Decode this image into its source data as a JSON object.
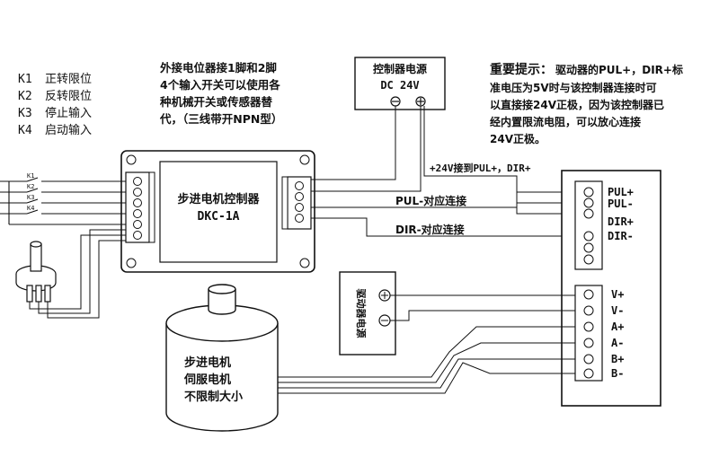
{
  "inputs_legend": [
    {
      "key": "K1",
      "label": "正转限位"
    },
    {
      "key": "K2",
      "label": "反转限位"
    },
    {
      "key": "K3",
      "label": "停止输入"
    },
    {
      "key": "K4",
      "label": "启动输入"
    }
  ],
  "potentiometer_note": [
    "外接电位器接1脚和2脚",
    "4个输入开关可以使用各",
    "种机械开关或传感器替",
    "代，（三线带开NPN型）"
  ],
  "power_supply": {
    "title": "控制器电源",
    "voltage": "DC 24V"
  },
  "important_note": {
    "heading": "重要提示：",
    "lines": [
      "驱动器的PUL+，DIR+标",
      "准电压为5V时与该控制器连接时可",
      "以直接接24V正极，因为该控制器已",
      "经内置限流电阻，可以放心连接",
      "24V正极。"
    ]
  },
  "controller": {
    "name": "步进电机控制器",
    "model": "DKC-1A"
  },
  "switch_labels": [
    "K1",
    "K2",
    "K3",
    "K4"
  ],
  "wire_labels": {
    "plus24": "+24V接到PUL+，DIR+",
    "pul": "PUL-对应连接",
    "dir": "DIR-对应连接"
  },
  "driver_signal_terminals": [
    "PUL+",
    "PUL-",
    "DIR+",
    "DIR-"
  ],
  "driver_power_terminals": [
    "V+",
    "V-",
    "A+",
    "A-",
    "B+",
    "B-"
  ],
  "driver_power_box": {
    "label": "驱动器电源"
  },
  "motor": {
    "lines": [
      "步进电机",
      "伺服电机",
      "不限制大小"
    ]
  }
}
